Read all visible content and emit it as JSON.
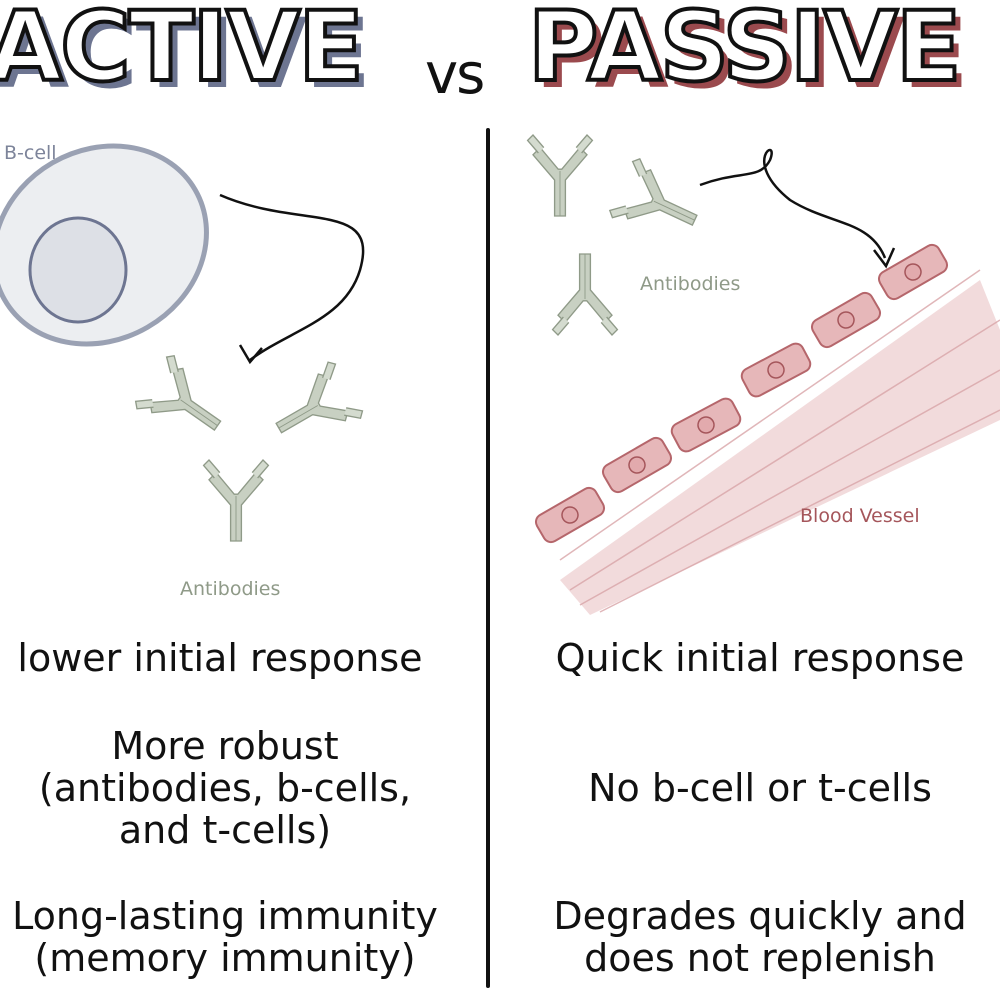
{
  "title": {
    "active": "ACTIVE",
    "vs": "vs",
    "passive": "PASSIVE"
  },
  "colors": {
    "active_shadow": "#6d7591",
    "passive_shadow": "#9b4a4e",
    "antibody": "#a9b5a2",
    "vessel": "#c98a8e",
    "bcell": "#aab0c0"
  },
  "active": {
    "bcell_label": "B-cell",
    "antibodies_label": "Antibodies",
    "points": [
      "lower initial response",
      "More robust\n(antibodies, b-cells,\nand t-cells)",
      "Long-lasting immunity\n(memory immunity)"
    ]
  },
  "passive": {
    "antibodies_label": "Antibodies",
    "vessel_label": "Blood Vessel",
    "points": [
      "Quick initial response",
      "No b-cell or t-cells",
      "Degrades quickly and\ndoes not replenish"
    ]
  }
}
